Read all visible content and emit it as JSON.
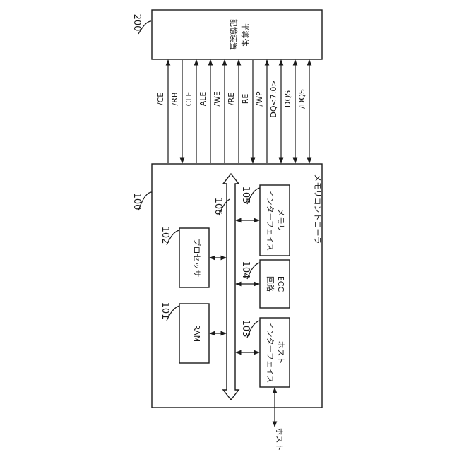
{
  "semiconductor_memory": {
    "ref": "200",
    "label_line1": "半導体",
    "label_line2": "記憶装置"
  },
  "controller": {
    "ref": "100",
    "label": "メモリコントローラ"
  },
  "signals": [
    "/CE",
    "/RB",
    "CLE",
    "ALE",
    "/WE",
    "/RE",
    "RE",
    "/WP",
    "DQ<7:0>",
    "DQS",
    "/DQS"
  ],
  "bus": {
    "ref": "106"
  },
  "blocks": {
    "processor": {
      "ref": "102",
      "label": "プロセッサ"
    },
    "ram": {
      "ref": "101",
      "label": "RAM"
    },
    "memory_interface": {
      "ref": "105",
      "label_line1": "メモリ",
      "label_line2": "インターフェイス"
    },
    "ecc": {
      "ref": "104",
      "label_line1": "ECC",
      "label_line2": "回路"
    },
    "host_interface": {
      "ref": "103",
      "label_line1": "ホスト",
      "label_line2": "インターフェイス"
    }
  },
  "host": {
    "label": "ホスト"
  }
}
